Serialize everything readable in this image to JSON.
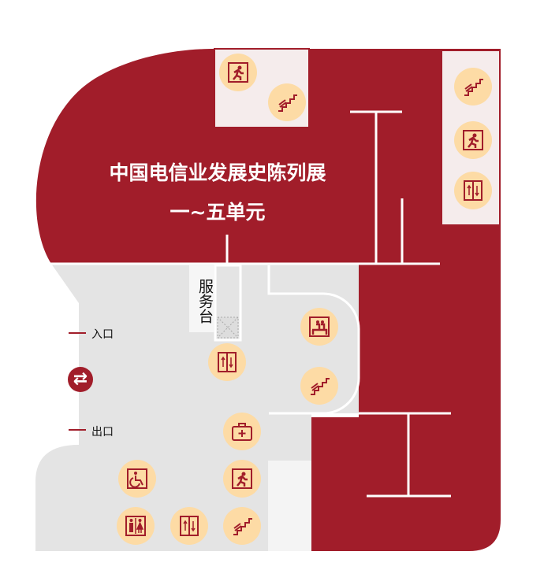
{
  "map": {
    "title_line1": "中国电信业发展史陈列展",
    "title_line2": "一~五单元",
    "service_desk": "服务台",
    "entrance": "入口",
    "exit": "出口",
    "colors": {
      "hall": "#a11d2a",
      "corridor": "#e4e4e4",
      "poi": "#fddba5",
      "room": "#f5ecec"
    }
  },
  "pois": [
    "emergency-exit",
    "stairs",
    "stairs",
    "emergency-exit",
    "elevator",
    "rest-area",
    "elevator",
    "stairs",
    "first-aid",
    "accessible",
    "emergency-exit",
    "restroom",
    "elevator",
    "stairs"
  ]
}
